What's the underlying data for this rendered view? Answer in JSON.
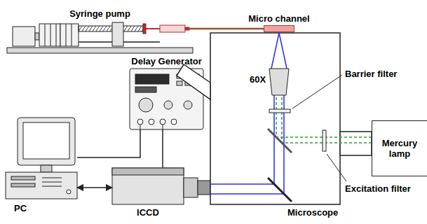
{
  "diagram": {
    "nodes": [
      {
        "text": [
          "Syringe pump"
        ]
      },
      {
        "text": [
          "Micro channel"
        ]
      },
      {
        "text": [
          "Delay Generator"
        ]
      },
      {
        "text": [
          "PC"
        ]
      },
      {
        "text": [
          "ICCD"
        ]
      },
      {
        "text": [
          "Microscope"
        ]
      },
      {
        "text": [
          "Mercury lamp"
        ]
      }
    ],
    "edges": [
      {
        "from": 0,
        "to": 1,
        "arrow": "none"
      },
      {
        "from": 2,
        "to": 3,
        "arrow": "none"
      },
      {
        "from": 2,
        "to": 4,
        "arrow": "none"
      },
      {
        "from": 3,
        "to": 4,
        "arrow": "both"
      }
    ],
    "labels": [
      "60X",
      "Barrier filter",
      "Excitation filter"
    ]
  }
}
